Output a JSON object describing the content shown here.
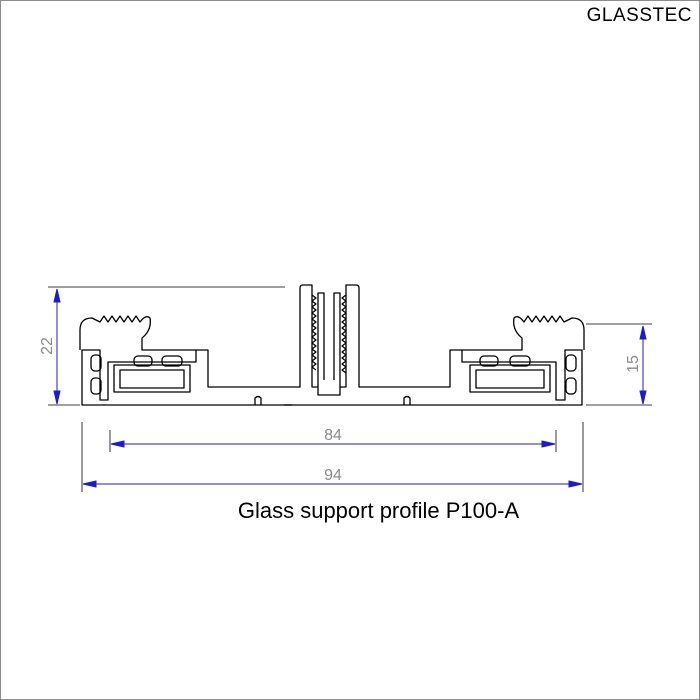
{
  "brand": "GLASSTEC",
  "caption": "Glass support profile P100-A",
  "dimensions": {
    "overall_width": "94",
    "inner_width": "84",
    "left_height": "22",
    "right_height": "15"
  },
  "colors": {
    "outline": "#000000",
    "dimension_line": "#1c1cc8",
    "dimension_text": "#8a8a8a",
    "frame": "#8c8c8c"
  }
}
